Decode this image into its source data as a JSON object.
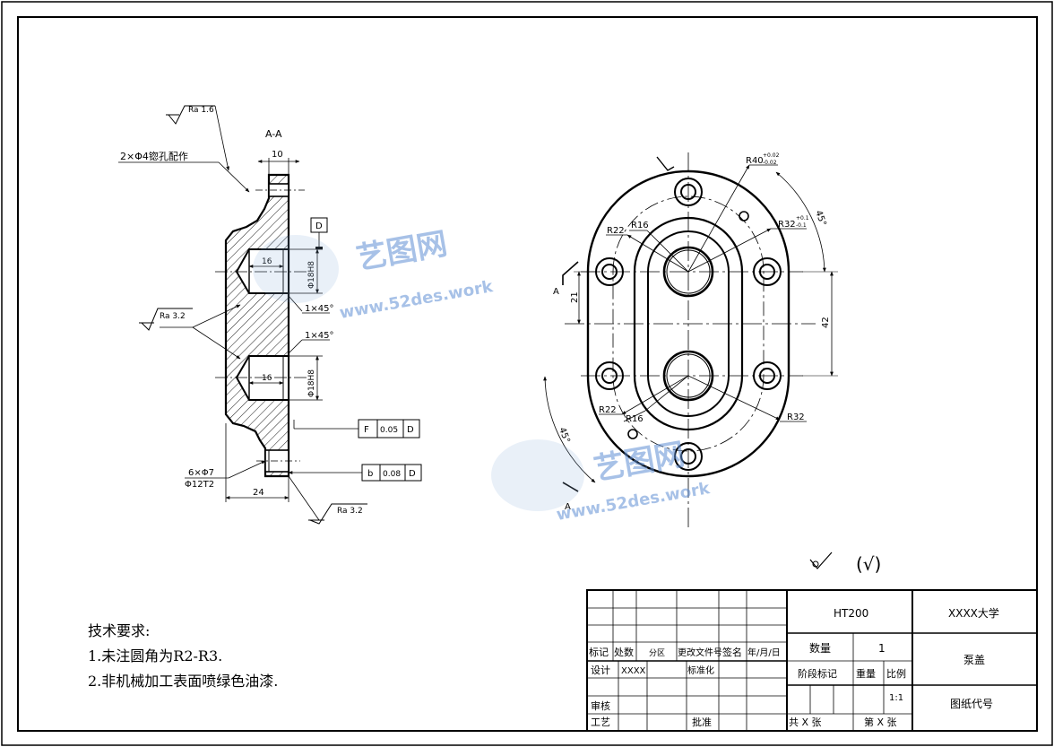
{
  "section_view": {
    "title": "A-A",
    "roughness_top": "Ra 1.6",
    "roughness_left": "Ra 3.2",
    "roughness_bottom": "Ra 3.2",
    "dim_10": "10",
    "dim_24": "24",
    "dim_16_top": "16",
    "dim_16_bottom": "16",
    "chamfer_1": "1×45°",
    "chamfer_2": "1×45°",
    "bore_top": "Φ18H8",
    "bore_bottom": "Φ18H8",
    "pin_hole_note": "2×Φ4锪孔配作",
    "counterbore_note_1": "6×Φ7",
    "counterbore_note_2": "Φ12T2",
    "datum": "D",
    "tol1": {
      "symbol": "F",
      "value": "0.05",
      "datum": "D"
    },
    "tol2": {
      "symbol": "b",
      "value": "0.08",
      "datum": "D"
    }
  },
  "front_view": {
    "r40": "R40",
    "r40_tol_upper": "+0.02",
    "r40_tol_lower": "-0.02",
    "r32_top": "R32",
    "r32_tol_upper": "+0.1",
    "r32_tol_lower": "-0.1",
    "r22_top": "R22",
    "r16_top": "R16",
    "r22_bottom": "R22",
    "r16_bottom": "R16",
    "r32_bottom": "R32",
    "dim_21": "21",
    "dim_42": "42",
    "angle_top": "45°",
    "angle_bottom": "45°",
    "section_mark_top": "A",
    "section_mark_bottom": "A"
  },
  "default_roughness": "(√)",
  "watermark": {
    "brand": "艺图网",
    "url": "www.52des.work"
  },
  "notes": {
    "heading": "技术要求:",
    "line1": "1.未注圆角为R2-R3.",
    "line2": "2.非机械加工表面喷绿色油漆."
  },
  "title_block": {
    "material": "HT200",
    "school": "XXXX大学",
    "part_name": "泵盖",
    "drawing_code": "图纸代号",
    "mark": "标记",
    "count": "处数",
    "zone": "分区",
    "change_doc": "更改文件号",
    "sign": "签名",
    "date": "年/月/日",
    "design": "设计",
    "designer": "XXXX",
    "standardize": "标准化",
    "check": "审核",
    "process": "工艺",
    "approve": "批准",
    "quantity": "数量",
    "quantity_value": "1",
    "stage": "阶段标记",
    "weight": "重量",
    "ratio": "比例",
    "ratio_value": "1:1",
    "total_sheets": "共 X 张",
    "sheet_no": "第 X 张"
  }
}
